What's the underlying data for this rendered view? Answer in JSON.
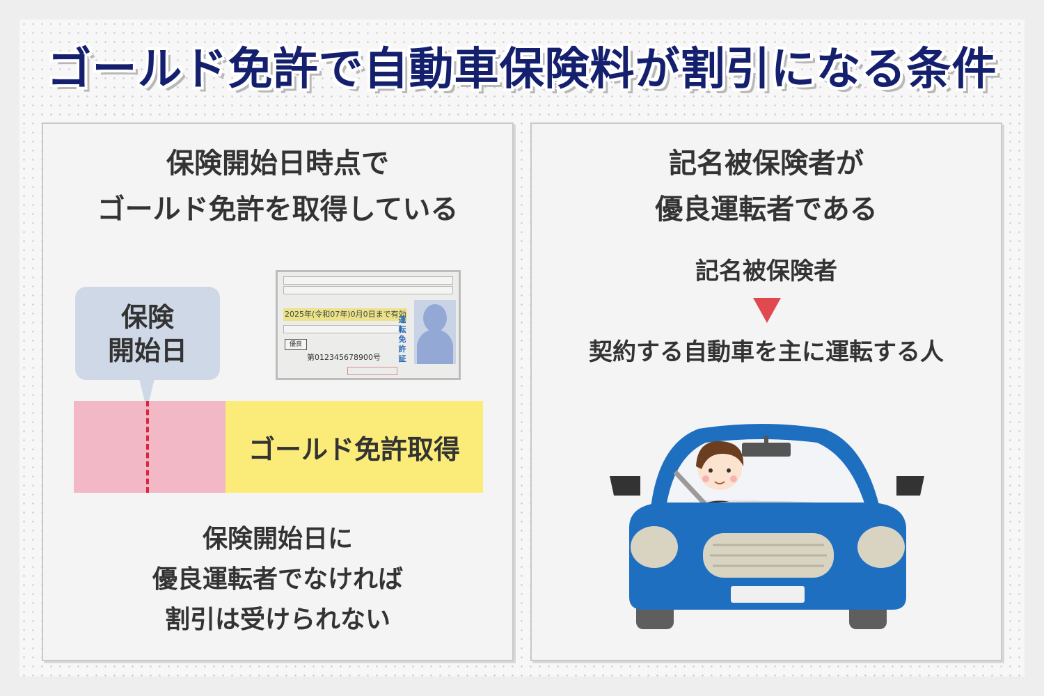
{
  "title": "ゴールド免許で自動車保険料が割引になる条件",
  "left_panel": {
    "heading_line1": "保険開始日時点で",
    "heading_line2": "ゴールド免許を取得している",
    "bubble_line1": "保険",
    "bubble_line2": "開始日",
    "bar_label": "ゴールド免許取得",
    "license": {
      "validity": "2025年(令和07年)0月0日まで有効",
      "excellent_badge": "優良",
      "number": "第012345678900号",
      "type_text": "運転免許証"
    },
    "note_line1": "保険開始日に",
    "note_line2": "優良運転者でなければ",
    "note_line3": "割引は受けられない"
  },
  "right_panel": {
    "heading_line1": "記名被保険者が",
    "heading_line2": "優良運転者である",
    "sub_label": "記名被保険者",
    "definition": "契約する自動車を主に運転する人"
  },
  "colors": {
    "title": "#14206e",
    "pink_bar": "#f2b8c6",
    "yellow_bar": "#fbec7a",
    "dash_line": "#d7263d",
    "arrow": "#e0494f",
    "car_body": "#1e6fc0",
    "bubble": "#cfd8e6"
  },
  "icons": [
    "license-card-icon",
    "down-arrow-icon",
    "car-driver-illustration"
  ]
}
